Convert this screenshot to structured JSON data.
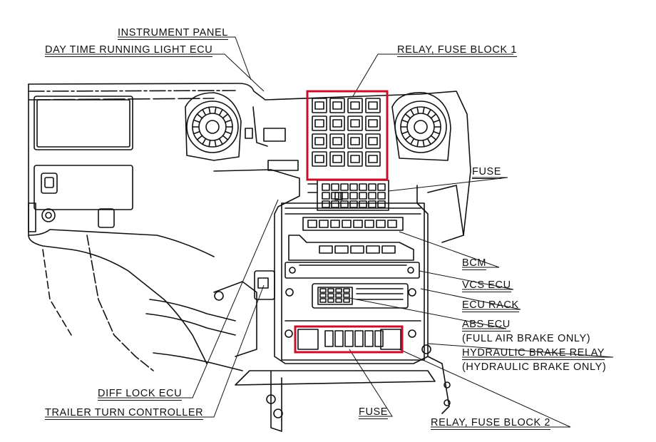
{
  "title": "",
  "labels": {
    "instrument_panel": "INSTRUMENT PANEL",
    "drl_ecu": "DAY TIME RUNNING LIGHT ECU",
    "relay_fuse_block_1": "RELAY, FUSE BLOCK 1",
    "fuse_top": "FUSE",
    "bcm": "BCM",
    "vcs_ecu": "VCS ECU",
    "ecu_rack": "ECU RACK",
    "abs_ecu": "ABS ECU",
    "abs_note": "(FULL AIR BRAKE ONLY)",
    "hydraulic_brake_relay": "HYDRAULIC BRAKE RELAY",
    "hydraulic_note": "(HYDRAULIC BRAKE ONLY)",
    "diff_lock_ecu": "DIFF LOCK ECU",
    "trailer_turn_controller": "TRAILER TURN CONTROLLER",
    "fuse_bottom": "FUSE",
    "relay_fuse_block_2": "RELAY, FUSE BLOCK 2"
  },
  "colors": {
    "highlight": "#c8102e",
    "line": "#111111"
  }
}
